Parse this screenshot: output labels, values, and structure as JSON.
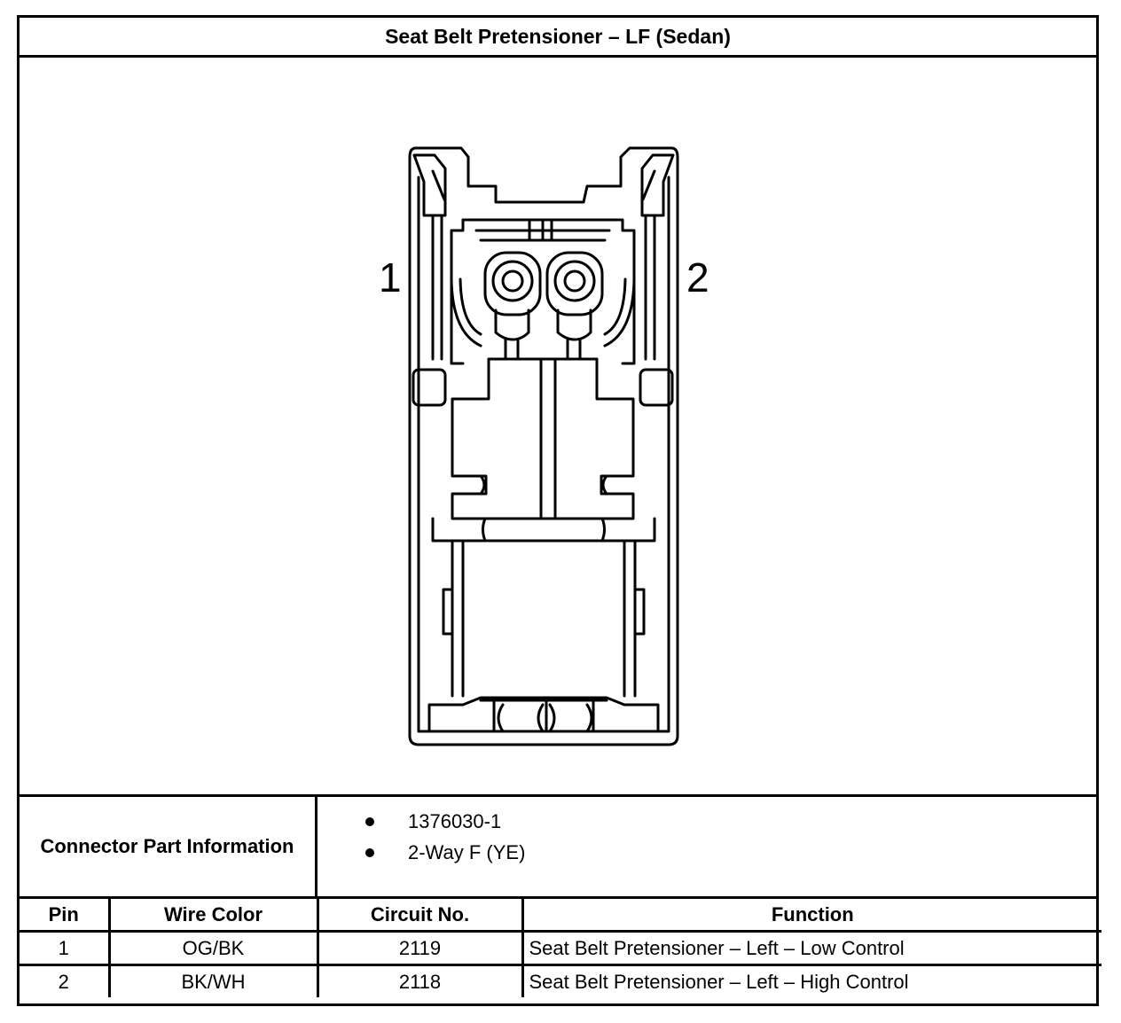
{
  "title": "Seat Belt Pretensioner – LF (Sedan)",
  "connector": {
    "pin_labels": [
      "1",
      "2"
    ]
  },
  "part_info": {
    "label": "Connector Part Information",
    "items": [
      "1376030-1",
      "2-Way F (YE)"
    ]
  },
  "pin_table": {
    "headers": {
      "pin": "Pin",
      "wire_color": "Wire Color",
      "circuit": "Circuit No.",
      "function": "Function"
    },
    "rows": [
      {
        "pin": "1",
        "wire_color": "OG/BK",
        "circuit": "2119",
        "function": "Seat Belt Pretensioner – Left – Low Control"
      },
      {
        "pin": "2",
        "wire_color": "BK/WH",
        "circuit": "2118",
        "function": "Seat Belt Pretensioner – Left – High Control"
      }
    ]
  }
}
